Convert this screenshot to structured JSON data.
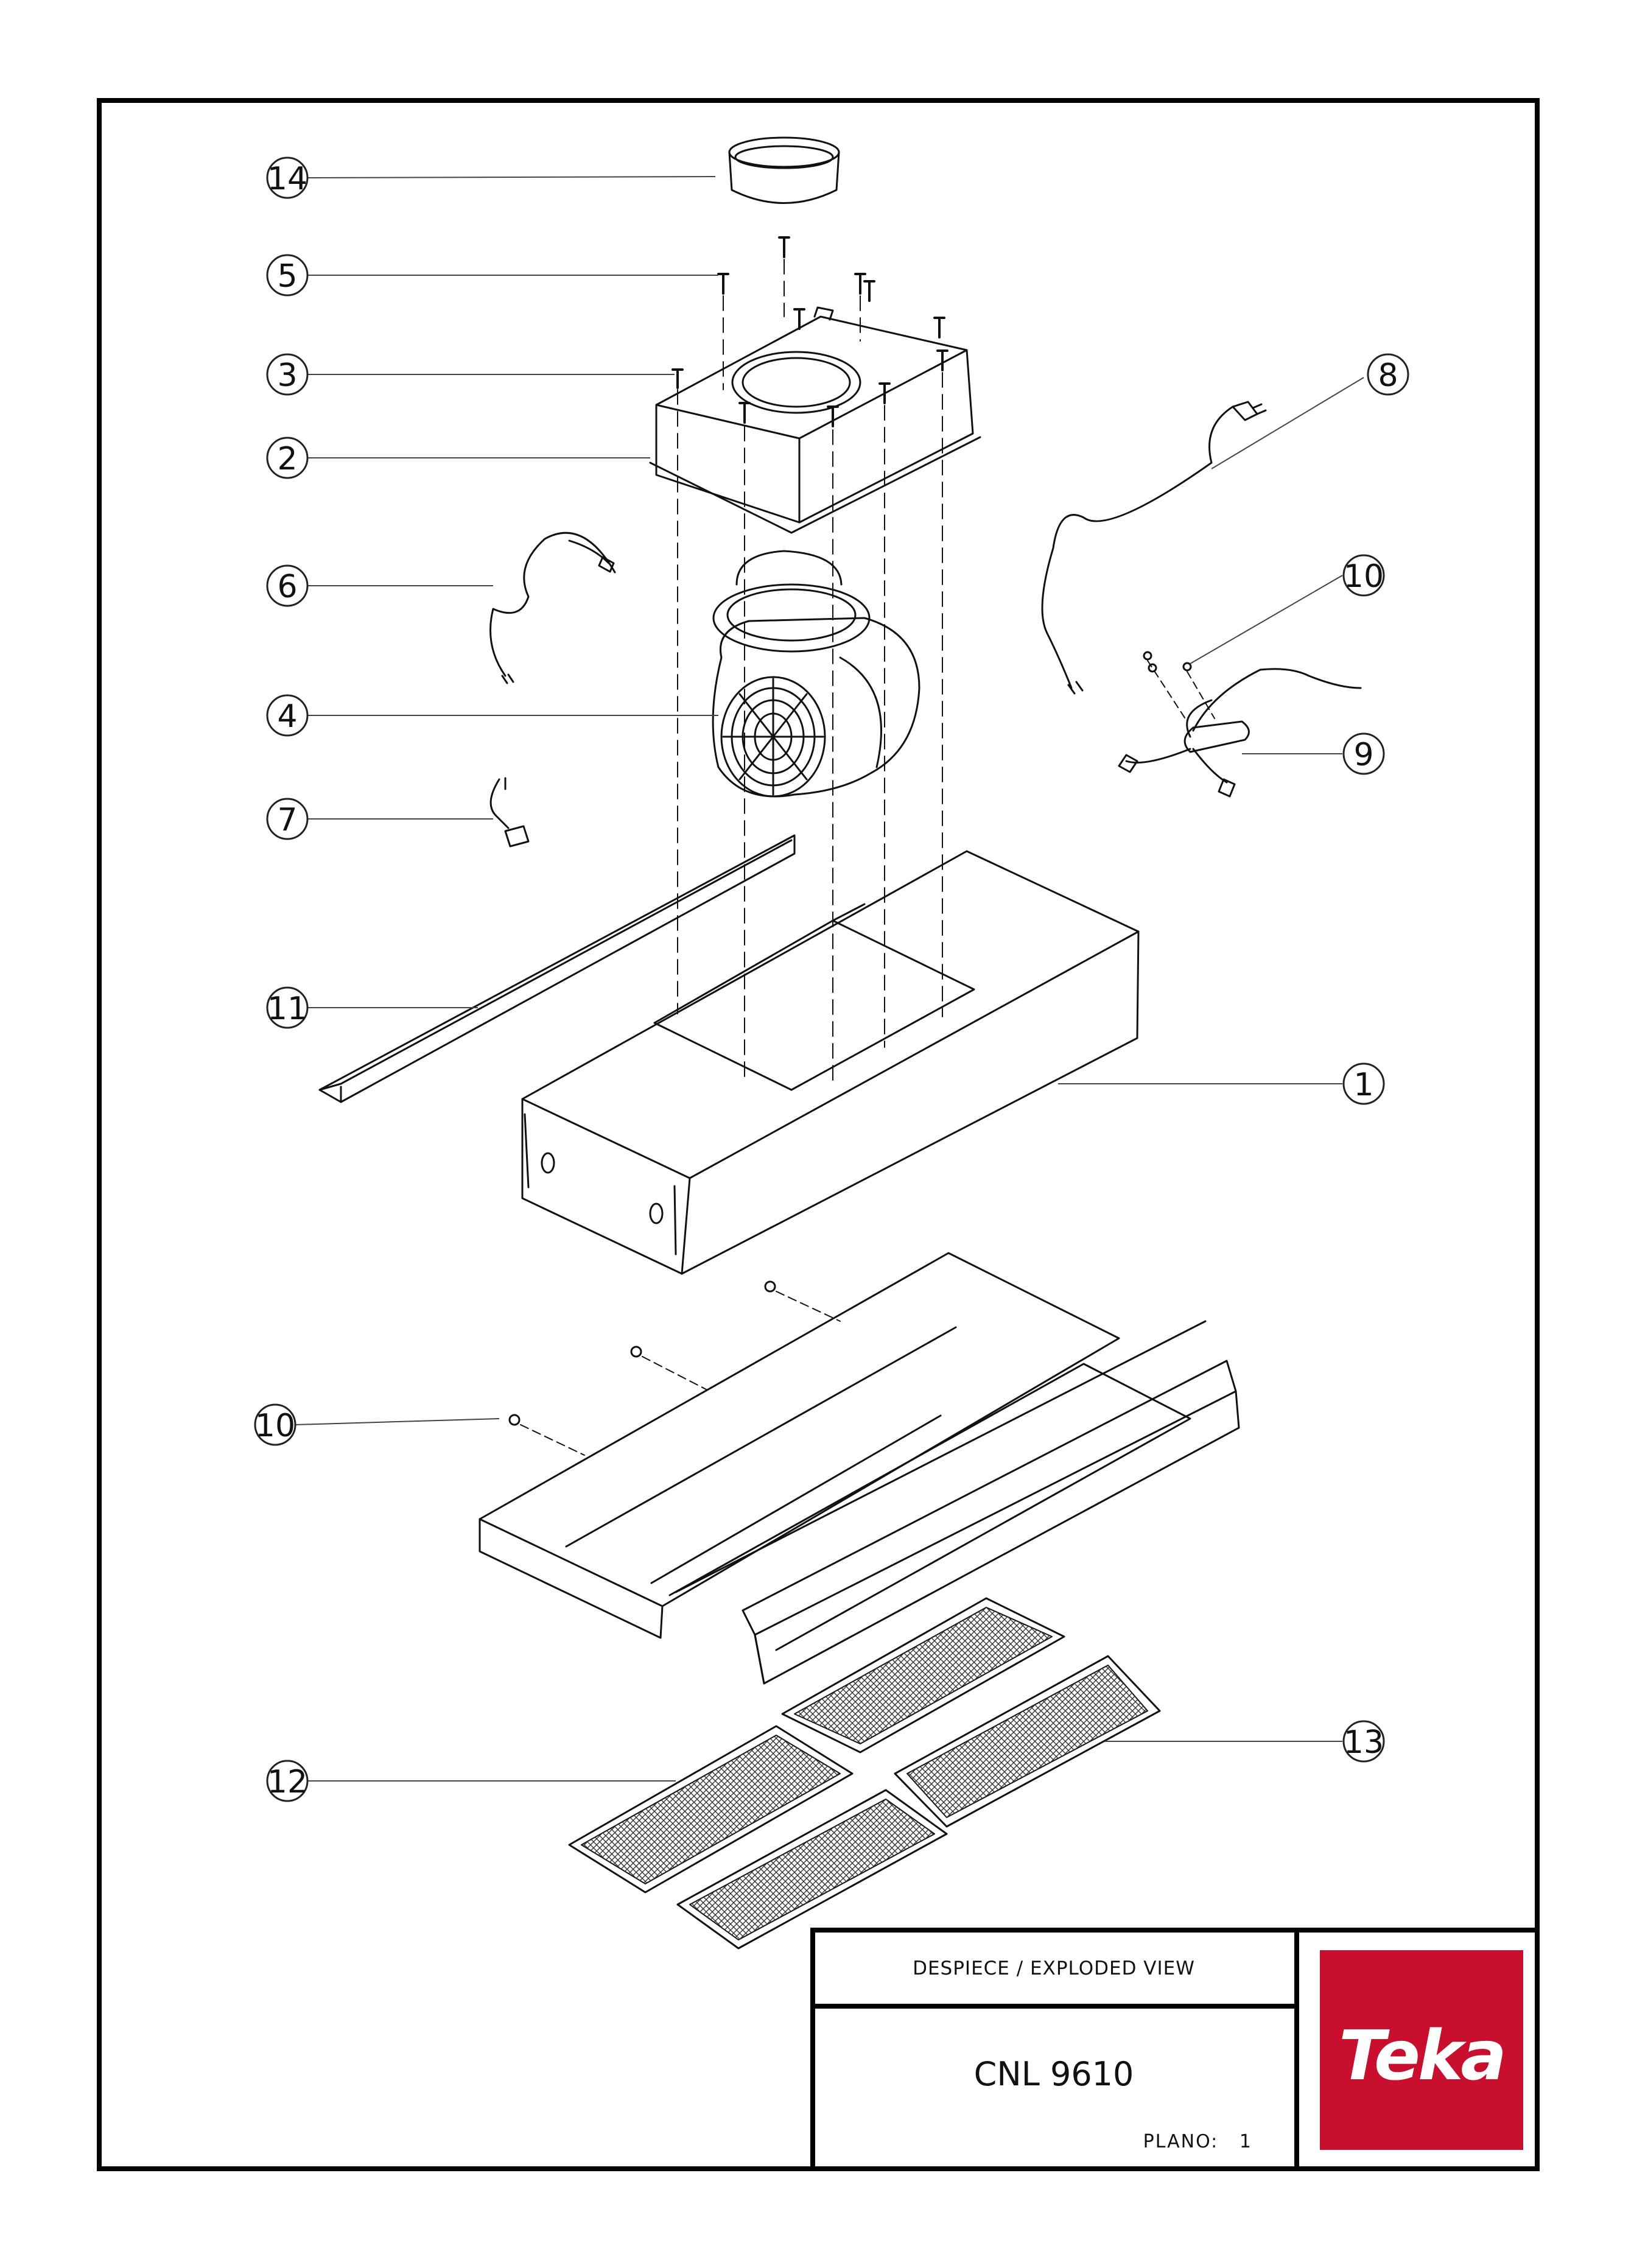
{
  "drawing": {
    "type": "exploded-view",
    "callouts": [
      {
        "id": "callout-14",
        "label": "14"
      },
      {
        "id": "callout-5",
        "label": "5"
      },
      {
        "id": "callout-3",
        "label": "3"
      },
      {
        "id": "callout-2",
        "label": "2"
      },
      {
        "id": "callout-6",
        "label": "6"
      },
      {
        "id": "callout-4",
        "label": "4"
      },
      {
        "id": "callout-7",
        "label": "7"
      },
      {
        "id": "callout-11",
        "label": "11"
      },
      {
        "id": "callout-8",
        "label": "8"
      },
      {
        "id": "callout-10a",
        "label": "10"
      },
      {
        "id": "callout-9",
        "label": "9"
      },
      {
        "id": "callout-1",
        "label": "1"
      },
      {
        "id": "callout-10b",
        "label": "10"
      },
      {
        "id": "callout-13",
        "label": "13"
      },
      {
        "id": "callout-12",
        "label": "12"
      }
    ]
  },
  "title_block": {
    "title": "DESPIECE / EXPLODED VIEW",
    "model": "CNL 9610",
    "sheet_label": "PLANO:",
    "sheet_number": "1"
  },
  "logo": {
    "text": "Teka",
    "background": "#c8102e",
    "color": "#ffffff"
  }
}
